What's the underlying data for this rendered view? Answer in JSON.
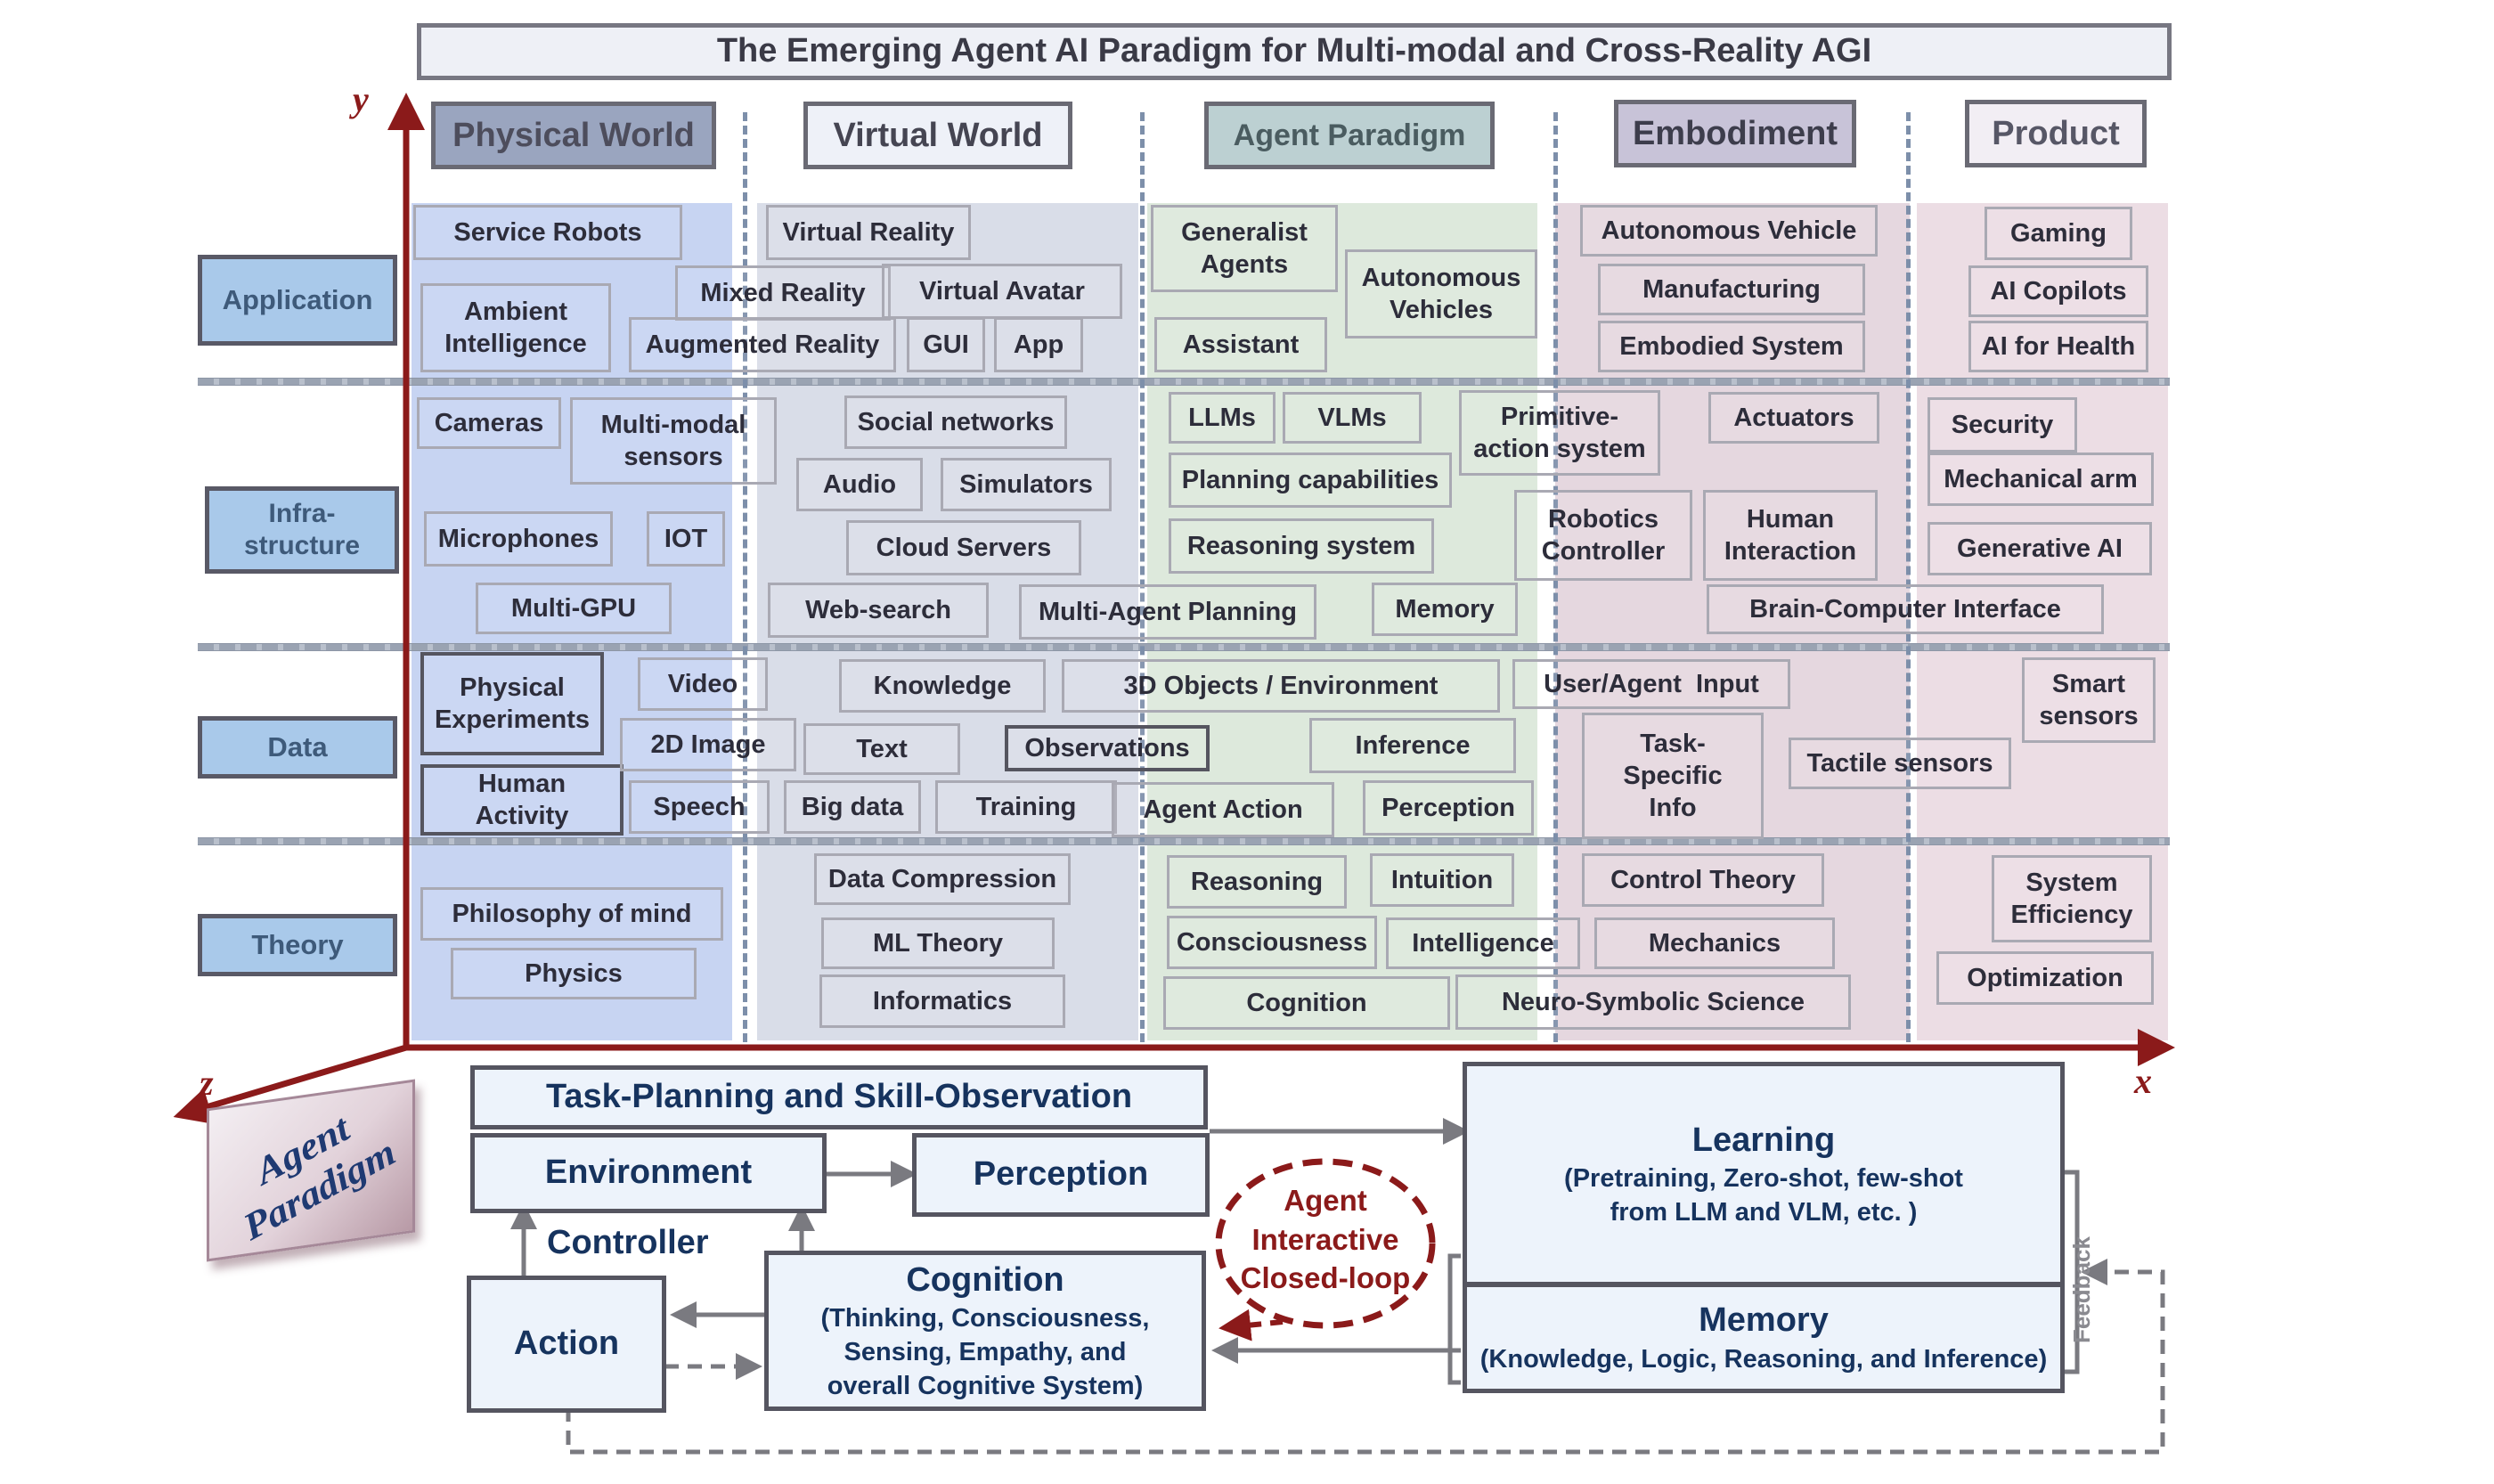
{
  "title": "The Emerging Agent AI Paradigm for Multi-modal and Cross-Reality AGI",
  "axes": {
    "x": "x",
    "y": "y",
    "z": "z"
  },
  "columns": [
    {
      "label": "Physical World",
      "bg": "#9aa5bf",
      "color": "#4d4d5c",
      "band": "#c7d4f2"
    },
    {
      "label": "Virtual World",
      "bg": "#eef1f8",
      "color": "#454552",
      "band": "#d9dde8"
    },
    {
      "label": "Agent Paradigm",
      "bg": "#bcd0d2",
      "color": "#4a5c60",
      "band": "#dde9dc"
    },
    {
      "label": "Embodiment",
      "bg": "#c8c3d8",
      "color": "#3d3d4c",
      "band": "#e5d7df"
    },
    {
      "label": "Product",
      "bg": "#f2eef4",
      "color": "#575766",
      "band": "#ecdde4"
    }
  ],
  "rows": [
    "Application",
    "Infra-\nstructure",
    "Data",
    "Theory"
  ],
  "cells": {
    "service_robots": "Service Robots",
    "ambient_intelligence": "Ambient\nIntelligence",
    "virtual_reality": "Virtual Reality",
    "mixed_reality": "Mixed Reality",
    "virtual_avatar": "Virtual Avatar",
    "augmented_reality": "Augmented Reality",
    "gui": "GUI",
    "app": "App",
    "generalist_agents": "Generalist\nAgents",
    "autonomous_vehicles": "Autonomous\nVehicles",
    "assistant": "Assistant",
    "autonomous_vehicle": "Autonomous Vehicle",
    "manufacturing": "Manufacturing",
    "embodied_system": "Embodied System",
    "gaming": "Gaming",
    "ai_copilots": "AI Copilots",
    "ai_for_health": "AI for Health",
    "cameras": "Cameras",
    "multimodal_sensors": "Multi-modal\nsensors",
    "microphones": "Microphones",
    "iot": "IOT",
    "multi_gpu": "Multi-GPU",
    "social_networks": "Social networks",
    "audio": "Audio",
    "simulators": "Simulators",
    "cloud_servers": "Cloud Servers",
    "web_search": "Web-search",
    "llms": "LLMs",
    "vlms": "VLMs",
    "primitive_action": "Primitive-\naction system",
    "planning_capabilities": "Planning capabilities",
    "reasoning_system": "Reasoning system",
    "multi_agent_planning": "Multi-Agent Planning",
    "memory": "Memory",
    "actuators": "Actuators",
    "robotics_controller": "Robotics\nController",
    "human_interaction": "Human\nInteraction",
    "brain_computer": "Brain-Computer Interface",
    "security": "Security",
    "mechanical_arm": "Mechanical arm",
    "generative_ai": "Generative AI",
    "physical_experiments": "Physical\nExperiments",
    "human_activity": "Human\nActivity",
    "video": "Video",
    "image_2d": "2D Image",
    "speech": "Speech",
    "knowledge": "Knowledge",
    "text": "Text",
    "big_data": "Big data",
    "training": "Training",
    "objects_3d": "3D Objects / Environment",
    "observations": "Observations",
    "inference": "Inference",
    "agent_action": "Agent Action",
    "perception_cell": "Perception",
    "user_agent_input": "User/Agent  Input",
    "task_specific": "Task-\nSpecific\nInfo",
    "tactile_sensors": "Tactile sensors",
    "smart_sensors": "Smart\nsensors",
    "philosophy": "Philosophy of mind",
    "physics": "Physics",
    "data_compression": "Data Compression",
    "ml_theory": "ML Theory",
    "informatics": "Informatics",
    "reasoning": "Reasoning",
    "intuition": "Intuition",
    "consciousness": "Consciousness",
    "intelligence": "Intelligence",
    "cognition_cell": "Cognition",
    "control_theory": "Control Theory",
    "mechanics": "Mechanics",
    "neuro_symbolic": "Neuro-Symbolic Science",
    "system_efficiency": "System\nEfficiency",
    "optimization": "Optimization"
  },
  "agent_paradigm_label": "Agent\nParadigm",
  "flow": {
    "task_planning": "Task-Planning and Skill-Observation",
    "environment": "Environment",
    "perception": "Perception",
    "controller": "Controller",
    "action": "Action",
    "cognition_title": "Cognition",
    "cognition_desc": "(Thinking, Consciousness,\nSensing, Empathy, and\noverall Cognitive System)",
    "learning_title": "Learning",
    "learning_desc": "(Pretraining, Zero-shot, few-shot\nfrom LLM and VLM, etc. )",
    "memory_title": "Memory",
    "memory_desc": "(Knowledge, Logic, Reasoning, and Inference)",
    "closed_loop": "Agent\nInteractive\nClosed-loop",
    "feedback": "Feedback"
  },
  "colors": {
    "axis": "#8b1a1a",
    "flow_text": "#16335e",
    "arrow": "#7a7a80",
    "loop": "#8b1a1a"
  }
}
